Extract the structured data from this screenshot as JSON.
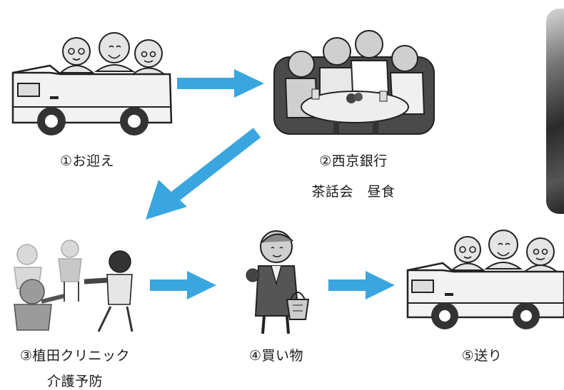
{
  "steps": [
    {
      "label": "①お迎え",
      "sublabel": ""
    },
    {
      "label": "②西京銀行",
      "sublabel": "茶話会　昼食"
    },
    {
      "label": "③植田クリニック",
      "sublabel": "介護予防"
    },
    {
      "label": "④買い物",
      "sublabel": ""
    },
    {
      "label": "⑤送り",
      "sublabel": ""
    }
  ],
  "colors": {
    "arrow": "#3aa6e0"
  },
  "icons": [
    "van-passengers-icon",
    "tea-party-icon",
    "exercise-class-icon",
    "shopper-basket-icon",
    "van-passengers-icon",
    "photo-icon"
  ]
}
